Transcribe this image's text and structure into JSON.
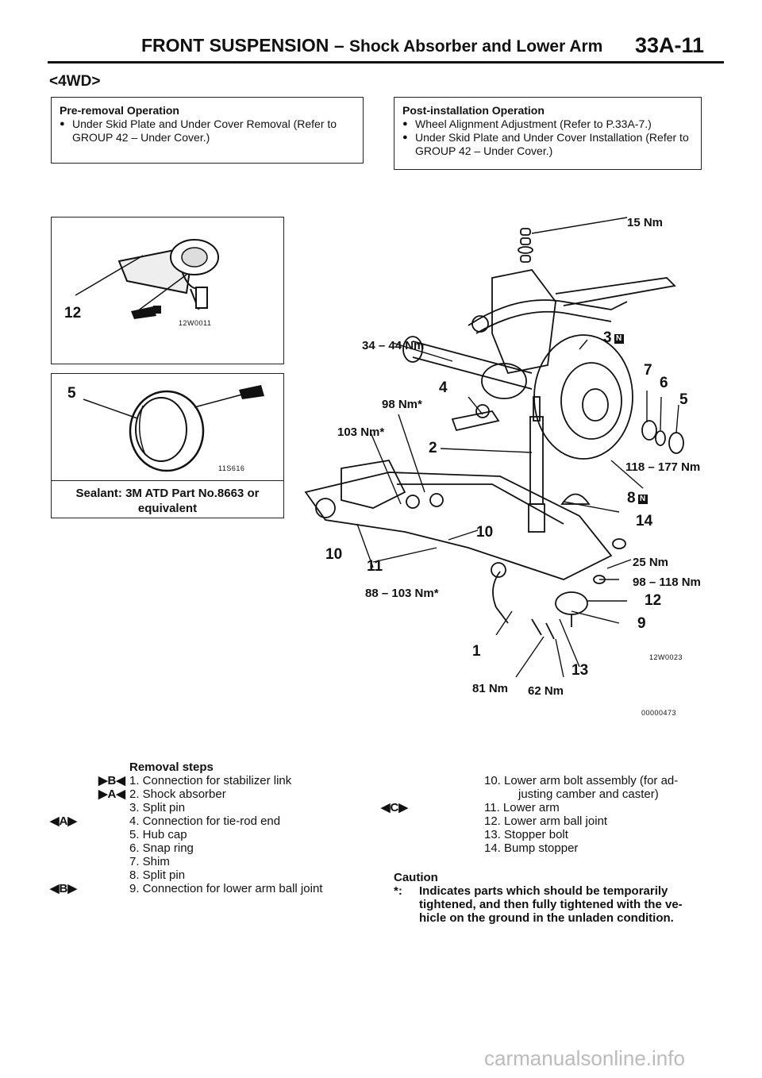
{
  "header": {
    "section": "FRONT SUSPENSION",
    "dash": "–",
    "subtitle": "Shock Absorber and Lower Arm",
    "page": "33A-11"
  },
  "variant": "<4WD>",
  "pre_removal": {
    "title": "Pre-removal Operation",
    "items": [
      "Under Skid Plate and Under Cover Removal (Refer to GROUP 42 – Under Cover.)"
    ]
  },
  "post_installation": {
    "title": "Post-installation Operation",
    "items": [
      "Wheel Alignment Adjustment (Refer to P.33A-7.)",
      "Under Skid Plate and Under Cover Installation (Refer to GROUP 42 – Under Cover.)"
    ]
  },
  "figures": {
    "fig1": {
      "callout": "12",
      "code": "12W0011"
    },
    "fig2": {
      "callout": "5",
      "code": "11S616",
      "sealant_line1": "Sealant: 3M ATD Part No.8663 or",
      "sealant_line2": "equivalent"
    },
    "main": {
      "code": "12W0023",
      "doc_code": "00000473",
      "badge": "N",
      "labels": {
        "t15": "15 Nm",
        "t34": "34 – 44 Nm",
        "t98a": "98 Nm*",
        "t103": "103 Nm*",
        "t118": "118 – 177 Nm",
        "t25": "25 Nm",
        "t98b": "98 – 118 Nm",
        "t88": "88 – 103 Nm*",
        "t81": "81 Nm",
        "t62": "62 Nm",
        "n1": "1",
        "n2": "2",
        "n3": "3",
        "n4": "4",
        "n5": "5",
        "n6": "6",
        "n7": "7",
        "n8": "8",
        "n9": "9",
        "n10a": "10",
        "n10b": "10",
        "n11": "11",
        "n12": "12",
        "n13": "13",
        "n14": "14"
      }
    }
  },
  "removal": {
    "title": "Removal steps",
    "marks": {
      "b": "▶B◀",
      "a": "▶A◀",
      "a2": "◀A▶",
      "b2": "◀B▶",
      "c": "◀C▶"
    },
    "left": [
      "1. Connection for stabilizer link",
      "2. Shock absorber",
      "3. Split pin",
      "4. Connection for tie-rod end",
      "5. Hub cap",
      "6. Snap ring",
      "7. Shim",
      "8. Split pin",
      "9. Connection for lower arm ball joint"
    ],
    "right": [
      "10. Lower arm bolt assembly (for ad-",
      "justing camber and caster)",
      "11. Lower arm",
      "12. Lower arm ball joint",
      "13. Stopper bolt",
      "14. Bump stopper"
    ]
  },
  "caution": {
    "title": "Caution",
    "star": "*:",
    "line1": "Indicates parts which should be temporarily",
    "line2": "tightened, and then fully tightened with the ve-",
    "line3": "hicle on the ground in the unladen condition."
  },
  "footer": {
    "watermark": "carmanualsonline.info"
  }
}
